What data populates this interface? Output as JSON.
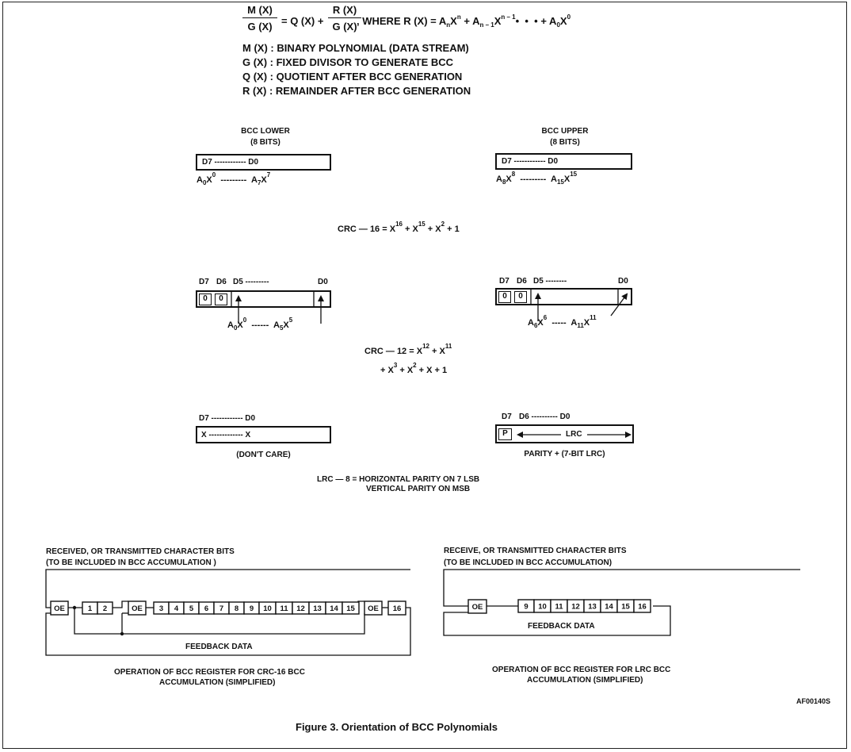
{
  "header": {
    "frac1_num": "M (X)",
    "frac1_den": "G (X)",
    "eq_mid": "= Q (X) +",
    "frac2_num": "R (X)",
    "frac2_den": "G (X)",
    "where_text": ", WHERE R (X) = A",
    "def_m": "M (X) : BINARY POLYNOMIAL (DATA STREAM)",
    "def_g": "G (X) : FIXED DIVISOR TO GENERATE BCC",
    "def_q": "Q (X) : QUOTIENT AFTER BCC GENERATION",
    "def_r": "R (X) : REMAINDER AFTER BCC GENERATION"
  },
  "crc16": {
    "lower_title": "BCC LOWER",
    "lower_bits": "(8 BITS)",
    "upper_title": "BCC UPPER",
    "upper_bits": "(8 BITS)",
    "lower_reg": "D7 ------------ D0",
    "upper_reg": "D7 ------------ D0",
    "lower_range_mid": "---------",
    "upper_range_mid": "---------",
    "formula_prefix": "CRC — 16 = X"
  },
  "crc12": {
    "hdr_left_d7": "D7",
    "hdr_left_d6": "D6",
    "hdr_left_d5": "D5 ---------",
    "hdr_left_d0": "D0",
    "hdr_right_d7": "D7",
    "hdr_right_d6": "D6",
    "hdr_right_d5": "D5 --------",
    "hdr_right_d0": "D0",
    "zero": "0",
    "left_range_mid": "------",
    "right_range_mid": "-----",
    "formula_line1": "CRC — 12 = X",
    "formula_line2": "+ X"
  },
  "lrc": {
    "left_hdr": "D7 ------------ D0",
    "left_reg": "X ------------- X",
    "left_caption": "(DON'T CARE)",
    "right_hdr_d7": "D7",
    "right_hdr_d6": "D6 ---------- D0",
    "right_p": "P",
    "right_lrc": "LRC",
    "right_caption": "PARITY + (7-BIT LRC)",
    "desc_line1": "LRC — 8 = HORIZONTAL PARITY ON 7 LSB",
    "desc_line2": "VERTICAL PARITY ON MSB"
  },
  "reg_crc16": {
    "label_line1": "RECEIVED, OR TRANSMITTED CHARACTER BITS",
    "label_line2": "(TO BE INCLUDED IN BCC ACCUMULATION )",
    "oe": "OE",
    "cells_a": [
      "1",
      "2"
    ],
    "cells_b": [
      "3",
      "4",
      "5",
      "6",
      "7",
      "8",
      "9",
      "10",
      "11",
      "12",
      "13",
      "14",
      "15"
    ],
    "cell_16": "16",
    "feedback": "FEEDBACK DATA",
    "caption_line1": "OPERATION OF BCC REGISTER FOR CRC-16 BCC",
    "caption_line2": "ACCUMULATION (SIMPLIFIED)"
  },
  "reg_lrc": {
    "label_line1": "RECEIVE, OR TRANSMITTED CHARACTER BITS",
    "label_line2": "(TO BE INCLUDED IN BCC ACCUMULATION)",
    "oe": "OE",
    "cells": [
      "9",
      "10",
      "11",
      "12",
      "13",
      "14",
      "15",
      "16"
    ],
    "feedback": "FEEDBACK DATA",
    "caption_line1": "OPERATION OF BCC REGISTER FOR LRC BCC",
    "caption_line2": "ACCUMULATION (SIMPLIFIED)"
  },
  "footer": {
    "code": "AF00140S",
    "caption": "Figure 3. Orientation of BCC Polynomials"
  }
}
